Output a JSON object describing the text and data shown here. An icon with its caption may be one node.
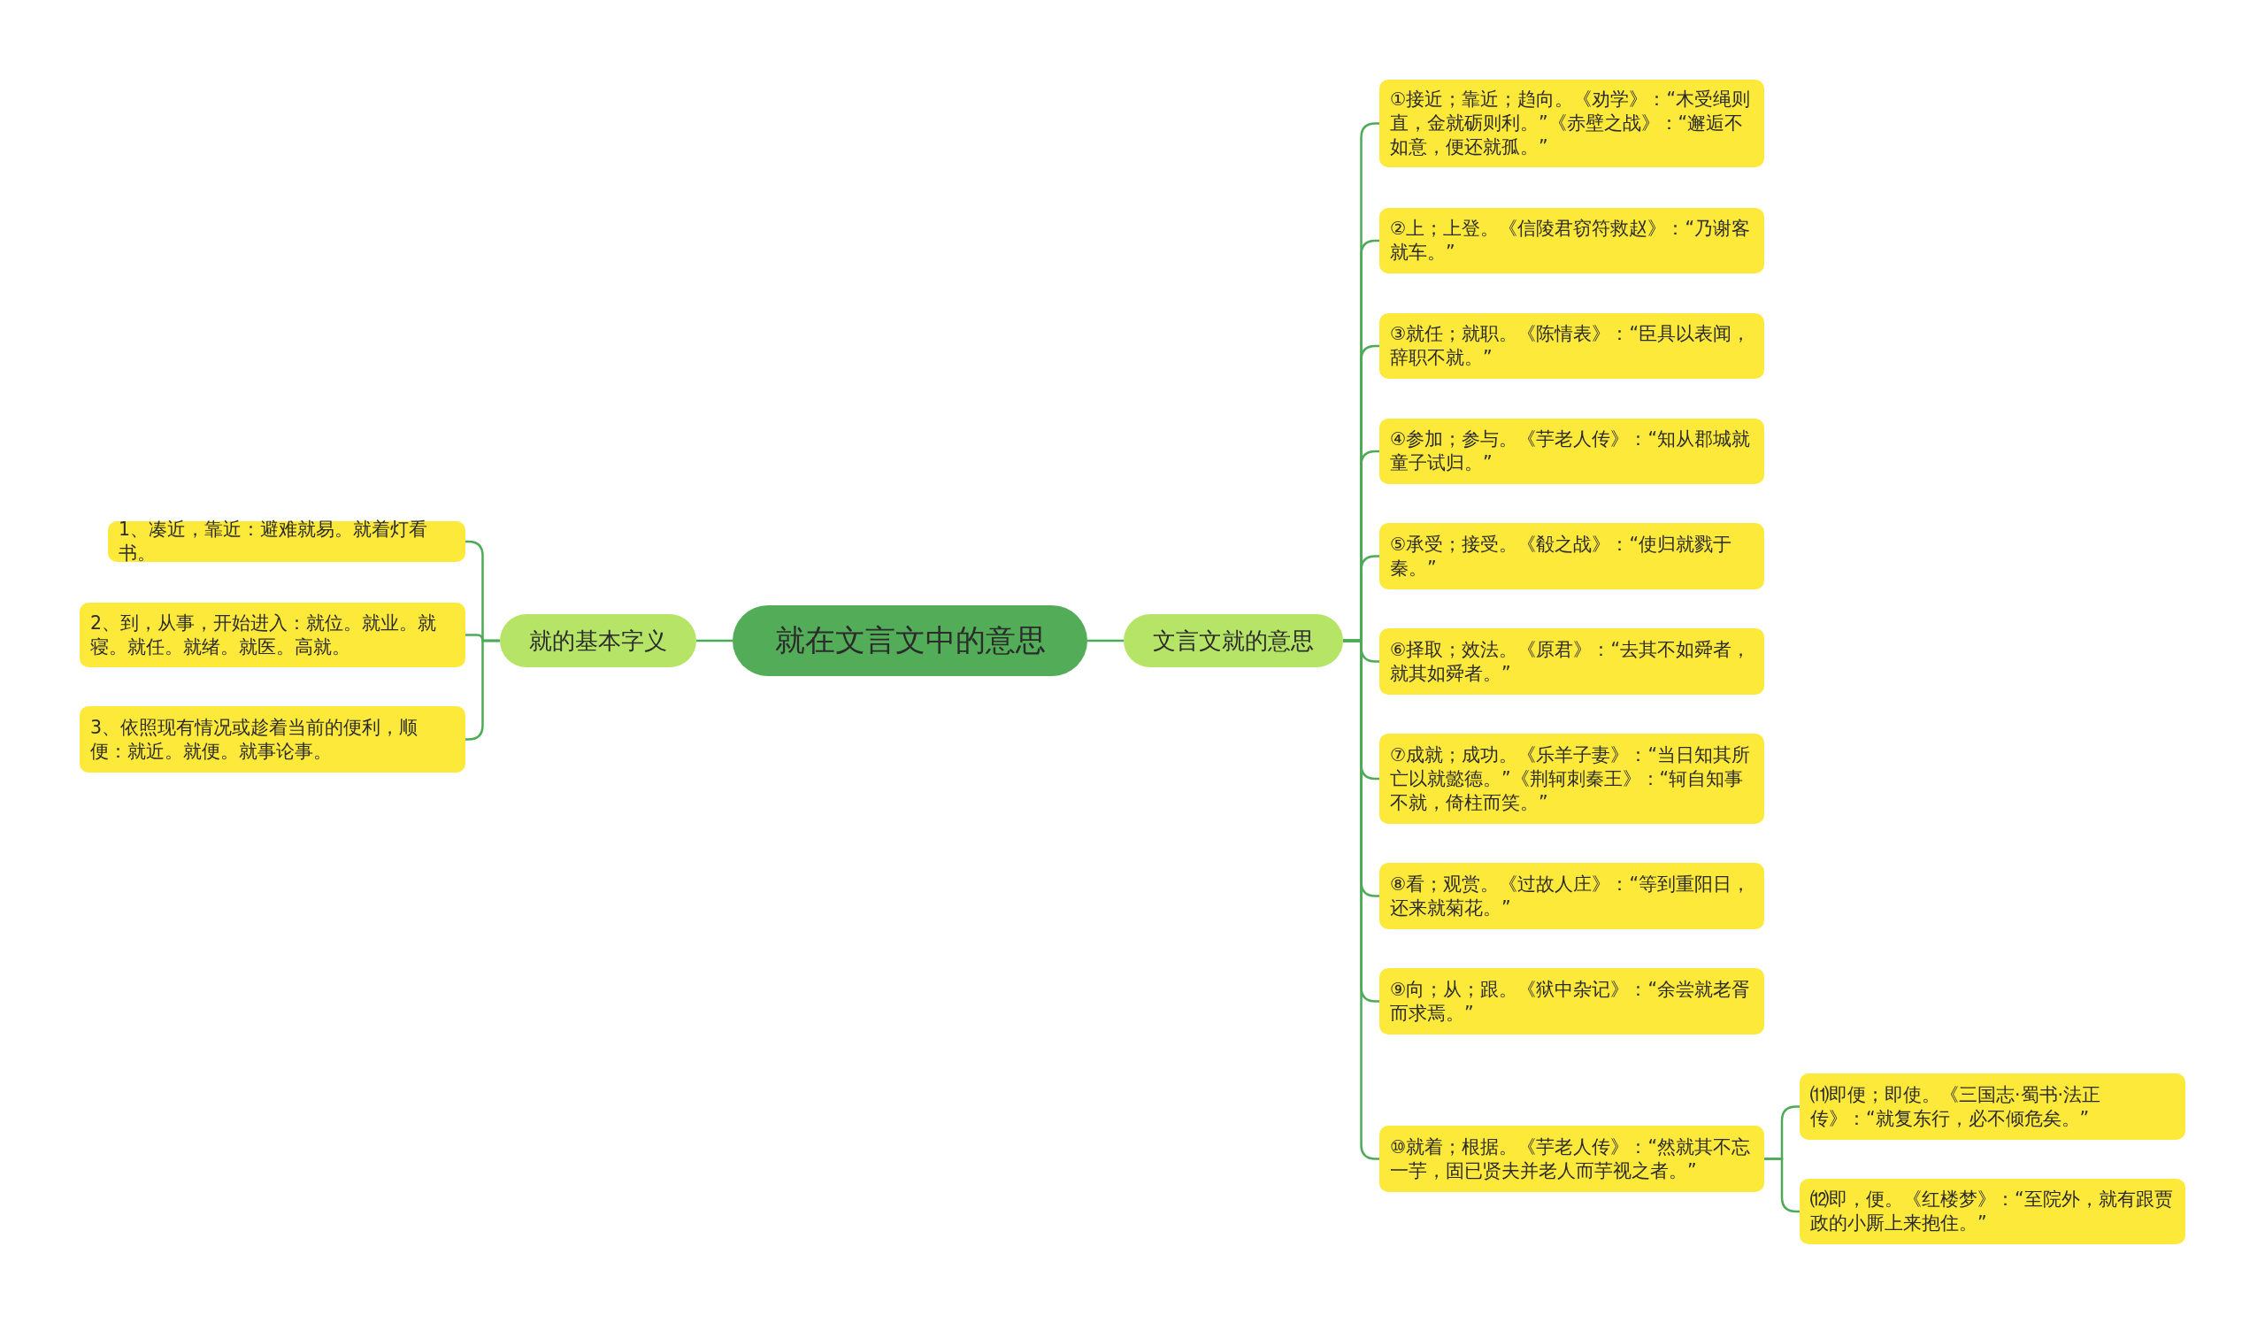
{
  "diagram": {
    "nodes": [
      {
        "text": [
          "就在文言文中的意思"
        ]
      },
      {
        "text": [
          "就的基本字义"
        ]
      },
      {
        "text": [
          "文言文就的意思"
        ]
      },
      {
        "text": [
          "1、凑近，靠近：避难就易。就着灯看书。"
        ]
      },
      {
        "text": [
          "2、到，从事，开始进入：就位。就业。就寝。就任。就绪。就医。高就。"
        ]
      },
      {
        "text": [
          "3、依照现有情况或趁着当前的便利，顺便：就近。就便。就事论事。"
        ]
      },
      {
        "text": [
          "①接近；靠近；趋向。《劝学》：“木受绳则直，金就砺则利。”《赤壁之战》：“邂逅不如意，便还就孤。”"
        ]
      },
      {
        "text": [
          "②上；上登。《信陵君窃符救赵》：“乃谢客就车。”"
        ]
      },
      {
        "text": [
          "③就任；就职。《陈情表》：“臣具以表闻，辞职不就。”"
        ]
      },
      {
        "text": [
          "④参加；参与。《芋老人传》：“知从郡城就童子试归。”"
        ]
      },
      {
        "text": [
          "⑤承受；接受。《殽之战》：“使归就戮于秦。”"
        ]
      },
      {
        "text": [
          "⑥择取；效法。《原君》：“去其不如舜者，就其如舜者。”"
        ]
      },
      {
        "text": [
          "⑦成就；成功。《乐羊子妻》：“当日知其所亡以就懿德。”《荆轲刺秦王》：“轲自知事不就，倚柱而笑。”"
        ]
      },
      {
        "text": [
          "⑧看；观赏。《过故人庄》：“等到重阳日，还来就菊花。”"
        ]
      },
      {
        "text": [
          "⑨向；从；跟。《狱中杂记》：“余尝就老胥而求焉。”"
        ]
      },
      {
        "text": [
          "⑩就着；根据。《芋老人传》：“然就其不忘一芋，固已贤夫并老人而芋视之者。”"
        ]
      },
      {
        "text": [
          "⑾即便；即使。《三国志·蜀书·法正传》：“就复东行，必不倾危矣。”"
        ]
      },
      {
        "text": [
          "⑿即，便。《红楼梦》：“至院外，就有跟贾政的小厮上来抱住。”"
        ]
      }
    ],
    "edges": [
      {
        "from": 0,
        "to": 1,
        "arrow": "none"
      },
      {
        "from": 0,
        "to": 2,
        "arrow": "none"
      },
      {
        "from": 1,
        "to": 3,
        "arrow": "none"
      },
      {
        "from": 1,
        "to": 4,
        "arrow": "none"
      },
      {
        "from": 1,
        "to": 5,
        "arrow": "none"
      },
      {
        "from": 2,
        "to": 6,
        "arrow": "none"
      },
      {
        "from": 2,
        "to": 7,
        "arrow": "none"
      },
      {
        "from": 2,
        "to": 8,
        "arrow": "none"
      },
      {
        "from": 2,
        "to": 9,
        "arrow": "none"
      },
      {
        "from": 2,
        "to": 10,
        "arrow": "none"
      },
      {
        "from": 2,
        "to": 11,
        "arrow": "none"
      },
      {
        "from": 2,
        "to": 12,
        "arrow": "none"
      },
      {
        "from": 2,
        "to": 13,
        "arrow": "none"
      },
      {
        "from": 2,
        "to": 14,
        "arrow": "none"
      },
      {
        "from": 2,
        "to": 15,
        "arrow": "none"
      },
      {
        "from": 15,
        "to": 16,
        "arrow": "none"
      },
      {
        "from": 15,
        "to": 17,
        "arrow": "none"
      }
    ]
  }
}
